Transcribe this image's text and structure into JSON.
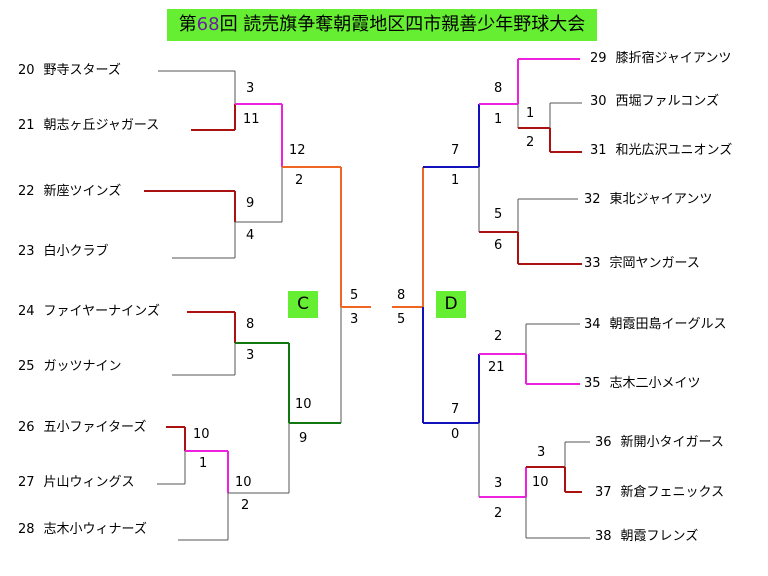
{
  "title": {
    "num": "68",
    "pre": "第",
    "post": "回 読売旗争奪朝霞地区四市親善少年野球大会"
  },
  "colors": {
    "red": "#aa1111",
    "magenta": "#ee22dd",
    "orange": "#ee6622",
    "green": "#117711",
    "blue": "#1111bb",
    "gray": "#555555"
  },
  "block_labels": {
    "c": "C",
    "d": "D"
  },
  "teams_left": [
    {
      "no": "20",
      "name": "野寺スターズ"
    },
    {
      "no": "21",
      "name": "朝志ヶ丘ジャガース"
    },
    {
      "no": "22",
      "name": "新座ツインズ"
    },
    {
      "no": "23",
      "name": "白小クラブ"
    },
    {
      "no": "24",
      "name": "ファイヤーナインズ"
    },
    {
      "no": "25",
      "name": "ガッツナイン"
    },
    {
      "no": "26",
      "name": "五小ファイターズ"
    },
    {
      "no": "27",
      "name": "片山ウィングス"
    },
    {
      "no": "28",
      "name": "志木小ウィナーズ"
    }
  ],
  "teams_right": [
    {
      "no": "29",
      "name": "膝折宿ジャイアンツ"
    },
    {
      "no": "30",
      "name": "西堀ファルコンズ"
    },
    {
      "no": "31",
      "name": "和光広沢ユニオンズ"
    },
    {
      "no": "32",
      "name": "東北ジャイアンツ"
    },
    {
      "no": "33",
      "name": "宗岡ヤンガース"
    },
    {
      "no": "34",
      "name": "朝霞田島イーグルス"
    },
    {
      "no": "35",
      "name": "志木二小メイツ"
    },
    {
      "no": "36",
      "name": "新開小タイガース"
    },
    {
      "no": "37",
      "name": "新倉フェニックス"
    },
    {
      "no": "38",
      "name": "朝霞フレンズ"
    }
  ],
  "scores": {
    "l_20": "3",
    "l_21": "11",
    "l_22": "9",
    "l_23": "4",
    "l_sf1_top": "12",
    "l_sf1_bot": "2",
    "l_24": "8",
    "l_25": "3",
    "l_26": "10",
    "l_27": "1",
    "l_2627w": "10",
    "l_28": "2",
    "l_sf2_top": "10",
    "l_sf2_bot": "9",
    "l_final_top": "5",
    "l_final_bot": "3",
    "r_final_top": "8",
    "r_final_bot": "5",
    "r_29": "8",
    "r_30": "1",
    "r_31": "2",
    "r_3031w": "1",
    "r_sf1_top": "7",
    "r_sf1_bot": "1",
    "r_32": "5",
    "r_33": "6",
    "r_34": "2",
    "r_35": "21",
    "r_36": "3",
    "r_37": "10",
    "r_3637w": "3",
    "r_38": "2",
    "r_sf2_top": "7",
    "r_sf2_bot": "0"
  }
}
